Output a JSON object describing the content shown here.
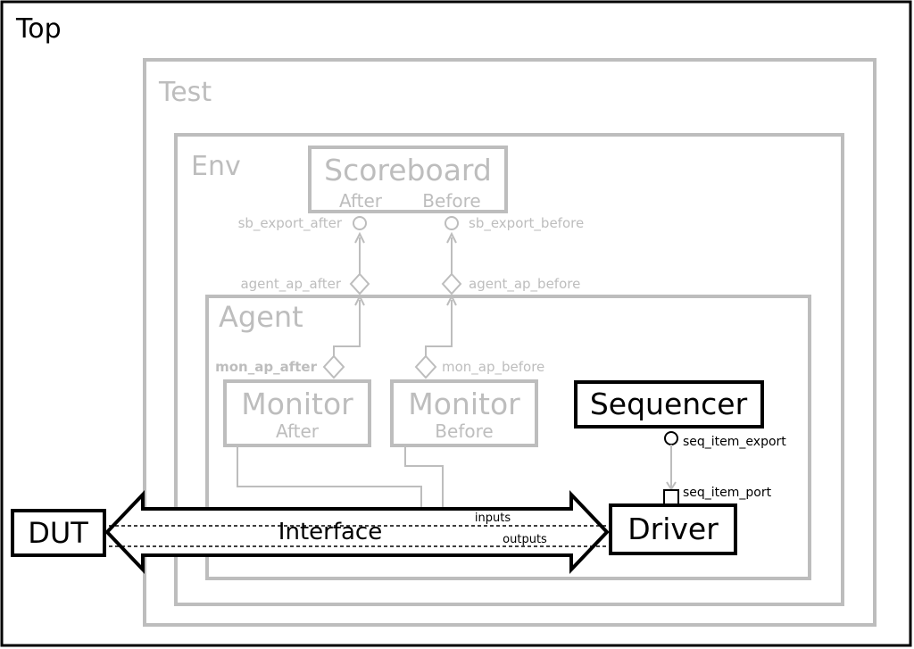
{
  "containers": {
    "top": "Top",
    "test": "Test",
    "env": "Env",
    "agent": "Agent"
  },
  "scoreboard": {
    "title": "Scoreboard",
    "after": "After",
    "before": "Before"
  },
  "monitor_after": {
    "title": "Monitor",
    "sub": "After"
  },
  "monitor_before": {
    "title": "Monitor",
    "sub": "Before"
  },
  "sequencer": {
    "title": "Sequencer"
  },
  "driver": {
    "title": "Driver"
  },
  "dut": {
    "title": "DUT"
  },
  "interface": {
    "label": "Interface",
    "inputs": "inputs",
    "outputs": "outputs"
  },
  "ports": {
    "sb_export_after": "sb_export_after",
    "sb_export_before": "sb_export_before",
    "agent_ap_after": "agent_ap_after",
    "agent_ap_before": "agent_ap_before",
    "mon_ap_after": "mon_ap_after",
    "mon_ap_before": "mon_ap_before",
    "seq_item_export": "seq_item_export",
    "seq_item_port": "seq_item_port"
  },
  "colors": {
    "black": "#000000",
    "gray": "#bdbdbd"
  }
}
